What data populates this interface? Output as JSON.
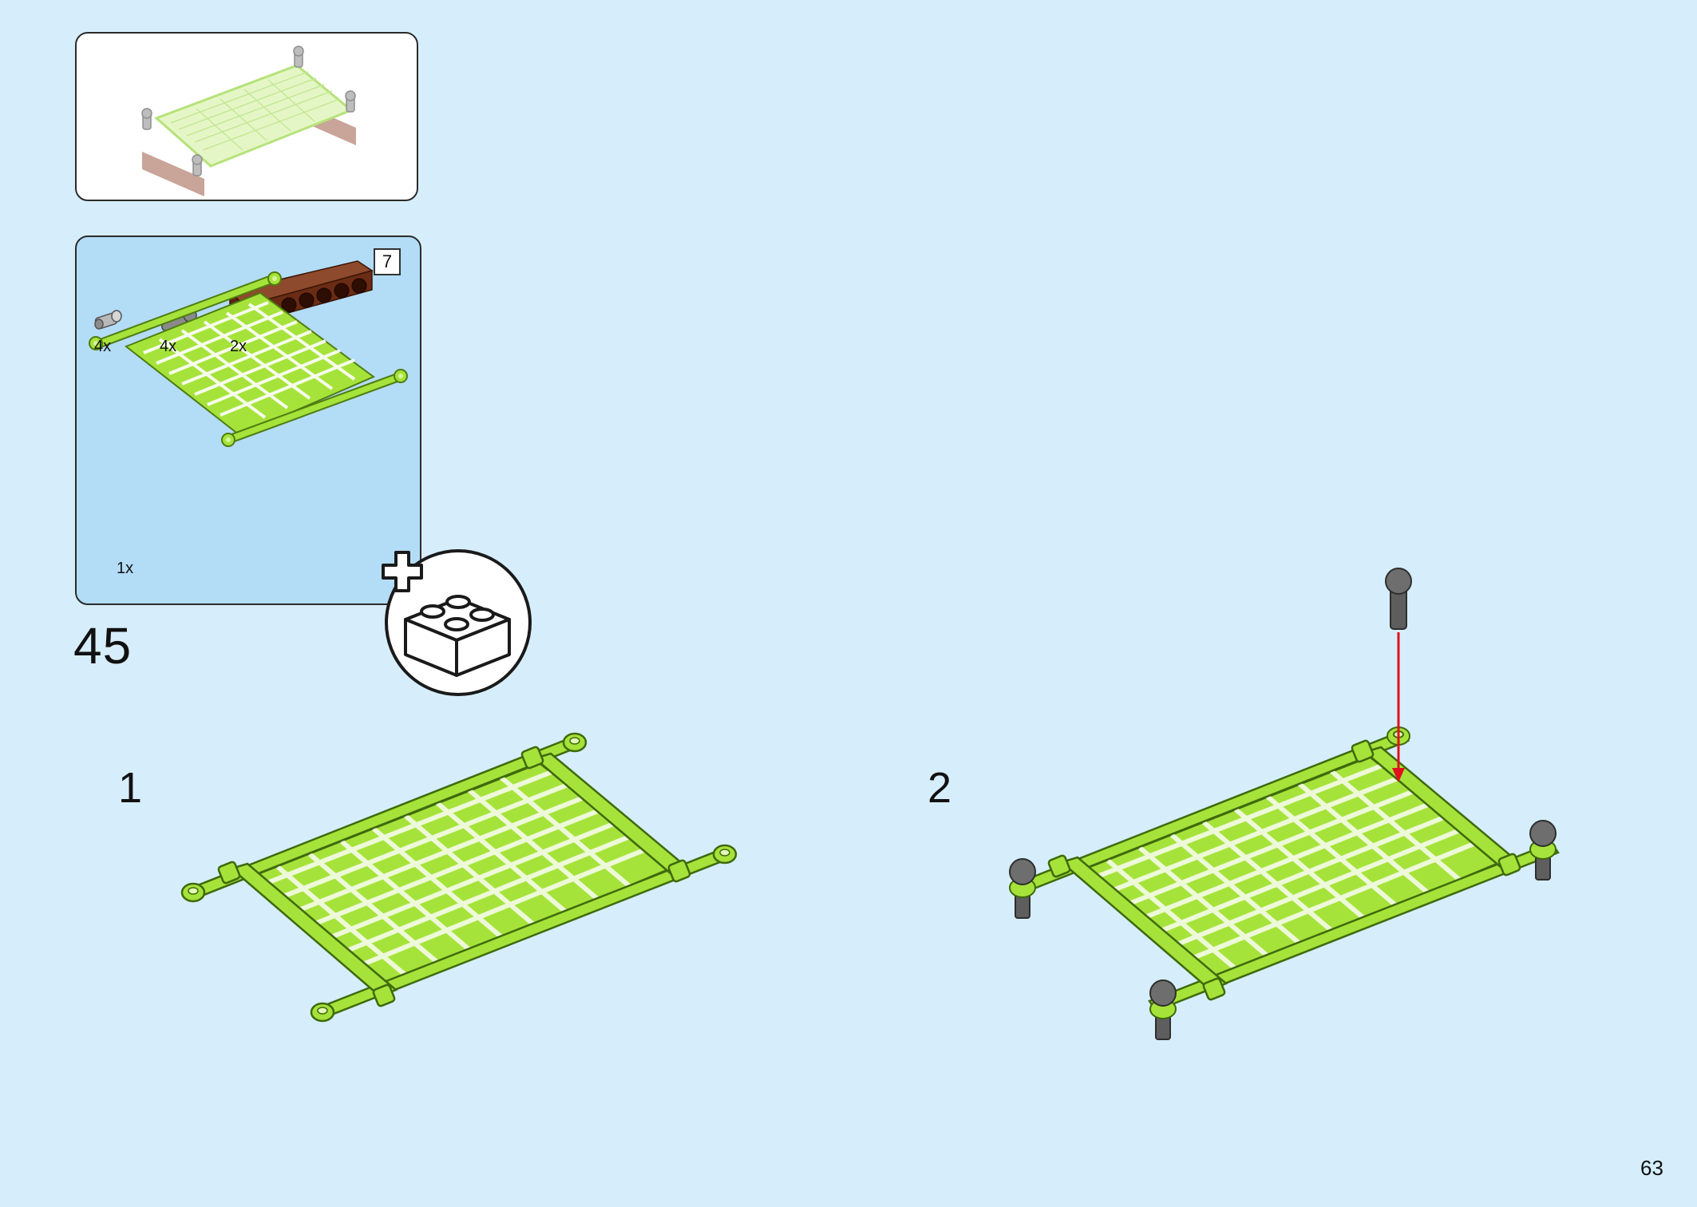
{
  "page": {
    "number": "63",
    "background": "#d6eefb"
  },
  "step": {
    "number": "45",
    "bonus_icon": "add-brick-icon"
  },
  "parts": {
    "items": [
      {
        "name": "pin-connector",
        "qty": "4x",
        "color": "#a7a7a7"
      },
      {
        "name": "ball-joint-bar",
        "qty": "4x",
        "color": "#7b7b7b"
      },
      {
        "name": "technic-beam",
        "qty": "2x",
        "color": "#6a2c14",
        "length": "7"
      },
      {
        "name": "net-panel",
        "qty": "1x",
        "color": "#a6e33a"
      }
    ]
  },
  "substeps": [
    {
      "number": "1"
    },
    {
      "number": "2"
    }
  ],
  "colors": {
    "lime": "#a6e33a",
    "lime_dark": "#6fa51a",
    "pale_lime": "#e1f5bd",
    "brown": "#6a2c14",
    "grey": "#7b7b7b",
    "arrow": "#e0101c"
  }
}
